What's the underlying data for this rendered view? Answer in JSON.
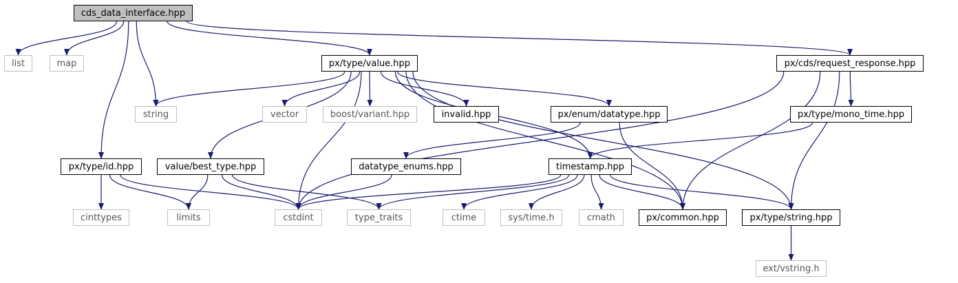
{
  "graph": {
    "colors": {
      "edge": "#191970",
      "root_fill": "#bfbfbf",
      "external_border": "#bfbfbf",
      "documented_border": "#000000"
    },
    "nodes": [
      {
        "id": "root",
        "label": "cds_data_interface.hpp",
        "kind": "root"
      },
      {
        "id": "list",
        "label": "list",
        "kind": "external"
      },
      {
        "id": "map",
        "label": "map",
        "kind": "external"
      },
      {
        "id": "value",
        "label": "px/type/value.hpp",
        "kind": "documented"
      },
      {
        "id": "reqresp",
        "label": "px/cds/request_response.hpp",
        "kind": "documented"
      },
      {
        "id": "string",
        "label": "string",
        "kind": "external"
      },
      {
        "id": "vector",
        "label": "vector",
        "kind": "external"
      },
      {
        "id": "variant",
        "label": "boost/variant.hpp",
        "kind": "external"
      },
      {
        "id": "invalid",
        "label": "invalid.hpp",
        "kind": "documented"
      },
      {
        "id": "datatype",
        "label": "px/enum/datatype.hpp",
        "kind": "documented"
      },
      {
        "id": "monotime",
        "label": "px/type/mono_time.hpp",
        "kind": "documented"
      },
      {
        "id": "id",
        "label": "px/type/id.hpp",
        "kind": "documented"
      },
      {
        "id": "besttype",
        "label": "value/best_type.hpp",
        "kind": "documented"
      },
      {
        "id": "dtenums",
        "label": "datatype_enums.hpp",
        "kind": "documented"
      },
      {
        "id": "timestamp",
        "label": "timestamp.hpp",
        "kind": "documented"
      },
      {
        "id": "cinttypes",
        "label": "cinttypes",
        "kind": "external"
      },
      {
        "id": "limits",
        "label": "limits",
        "kind": "external"
      },
      {
        "id": "cstdint",
        "label": "cstdint",
        "kind": "external"
      },
      {
        "id": "typetraits",
        "label": "type_traits",
        "kind": "external"
      },
      {
        "id": "ctime",
        "label": "ctime",
        "kind": "external"
      },
      {
        "id": "systime",
        "label": "sys/time.h",
        "kind": "external"
      },
      {
        "id": "cmath",
        "label": "cmath",
        "kind": "external"
      },
      {
        "id": "common",
        "label": "px/common.hpp",
        "kind": "documented"
      },
      {
        "id": "pxstring",
        "label": "px/type/string.hpp",
        "kind": "documented"
      },
      {
        "id": "vstring",
        "label": "ext/vstring.h",
        "kind": "external"
      }
    ],
    "edges": [
      [
        "root",
        "list"
      ],
      [
        "root",
        "map"
      ],
      [
        "root",
        "id"
      ],
      [
        "root",
        "string"
      ],
      [
        "root",
        "value"
      ],
      [
        "root",
        "reqresp"
      ],
      [
        "value",
        "string"
      ],
      [
        "value",
        "vector"
      ],
      [
        "value",
        "variant"
      ],
      [
        "value",
        "invalid"
      ],
      [
        "value",
        "datatype"
      ],
      [
        "value",
        "besttype"
      ],
      [
        "value",
        "cstdint"
      ],
      [
        "value",
        "timestamp"
      ],
      [
        "value",
        "common"
      ],
      [
        "value",
        "pxstring"
      ],
      [
        "reqresp",
        "monotime"
      ],
      [
        "reqresp",
        "cstdint"
      ],
      [
        "reqresp",
        "common"
      ],
      [
        "reqresp",
        "pxstring"
      ],
      [
        "datatype",
        "dtenums"
      ],
      [
        "datatype",
        "common"
      ],
      [
        "monotime",
        "timestamp"
      ],
      [
        "id",
        "cinttypes"
      ],
      [
        "id",
        "limits"
      ],
      [
        "id",
        "cstdint"
      ],
      [
        "besttype",
        "limits"
      ],
      [
        "besttype",
        "cstdint"
      ],
      [
        "besttype",
        "typetraits"
      ],
      [
        "dtenums",
        "cstdint"
      ],
      [
        "timestamp",
        "cstdint"
      ],
      [
        "timestamp",
        "typetraits"
      ],
      [
        "timestamp",
        "ctime"
      ],
      [
        "timestamp",
        "systime"
      ],
      [
        "timestamp",
        "cmath"
      ],
      [
        "timestamp",
        "common"
      ],
      [
        "timestamp",
        "pxstring"
      ],
      [
        "pxstring",
        "vstring"
      ]
    ]
  }
}
